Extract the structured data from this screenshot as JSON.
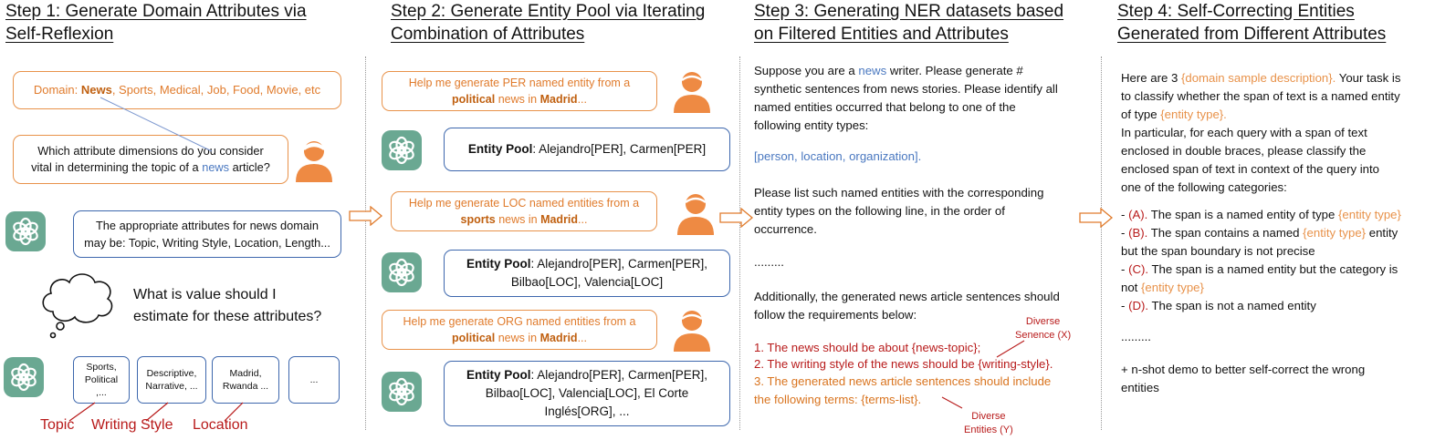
{
  "steps": {
    "s1": {
      "line1": "Step 1: Generate Domain Attributes via",
      "line2": "Self-Reflexion"
    },
    "s2": {
      "line1": "Step 2: Generate Entity Pool via Iterating",
      "line2": "Combination of Attributes"
    },
    "s3": {
      "line1": "Step 3: Generating NER datasets based",
      "line2": "on Filtered Entities and Attributes"
    },
    "s4": {
      "line1": "Step 4: Self-Correcting Entities",
      "line2": "Generated from Different Attributes"
    }
  },
  "col1": {
    "domain_prefix": "Domain: ",
    "domain_bold": "News",
    "domain_rest": ", Sports, Medical, Job, Food, Movie, etc",
    "question_line1": "Which attribute dimensions do you consider",
    "question_line2a": "vital in determining the topic of a ",
    "question_news": "news",
    "question_line2b": " article?",
    "answer_line1": "The appropriate attributes for news domain",
    "answer_line2": "may be: Topic, Writing Style, Location, Length...",
    "thought_line1": "What is value should I",
    "thought_line2": "estimate for these attributes?",
    "attr_boxes": [
      {
        "l1": "Sports,",
        "l2": "Political",
        "l3": ",..."
      },
      {
        "l1": "Descriptive,",
        "l2": "Narrative, ...",
        "l3": ""
      },
      {
        "l1": "Madrid,",
        "l2": "Rwanda ...",
        "l3": ""
      },
      {
        "l1": "...",
        "l2": "",
        "l3": ""
      }
    ],
    "labels": {
      "topic": "Topic",
      "style": "Writing Style",
      "location": "Location"
    }
  },
  "col2": {
    "q1": {
      "a": "Help me generate PER named entity from a",
      "bold1": "political",
      "b": " news in ",
      "bold2": "Madrid",
      "c": "..."
    },
    "pool1": {
      "label": "Entity Pool",
      "text": ": Alejandro[PER], Carmen[PER]"
    },
    "q2": {
      "a": "Help me generate LOC named entities from a",
      "bold1": "sports",
      "b": " news in ",
      "bold2": "Madrid",
      "c": "..."
    },
    "pool2": {
      "label": "Entity Pool",
      "text": ": Alejandro[PER], Carmen[PER],",
      "line2": "Bilbao[LOC], Valencia[LOC]"
    },
    "q3": {
      "a": "Help me generate ORG named entities from a",
      "bold1": "political",
      "b": " news in ",
      "bold2": "Madrid",
      "c": "..."
    },
    "pool3": {
      "label": "Entity Pool",
      "text": ": Alejandro[PER], Carmen[PER],",
      "line2": "Bilbao[LOC], Valencia[LOC], El Corte",
      "line3": "Inglés[ORG], ..."
    }
  },
  "col3": {
    "p1a": "Suppose you are a ",
    "p1_news": "news",
    "p1b": " writer. Please generate #",
    "p1_l2": "synthetic sentences from news stories. Please identify all",
    "p1_l3": "named entities occurred that belong to one of the",
    "p1_l4": "following entity types:",
    "types": "[person, location, organization].",
    "p2_l1": "Please list such named entities with the corresponding",
    "p2_l2": "entity types on the following line, in the order of",
    "p2_l3": "occurrence.",
    "dots": ".........",
    "p3_l1": "Additionally, the generated news article sentences should",
    "p3_l2": "follow the requirements below:",
    "req1": "1. The news should be about {news-topic};",
    "req2": "2. The writing style of the news should be {writing-style}.",
    "req3_l1": "3. The generated news article sentences should include",
    "req3_l2": "the following terms: {terms-list}.",
    "note_x_l1": "Diverse",
    "note_x_l2": "Senence (X)",
    "note_y_l1": "Diverse",
    "note_y_l2": "Entities (Y)"
  },
  "col4": {
    "l1a": "Here are 3 ",
    "l1_domain": "{domain sample description}.",
    "l1b": " Your task is",
    "l2": "to classify whether the span of text is a named entity",
    "l3a": "of type ",
    "entity_type": "{entity type}.",
    "l4": "In particular, for each query with a span of text",
    "l5": "enclosed in double braces, please classify the",
    "l6": "enclosed span of text in context of the query into",
    "l7": "one of the following categories:",
    "optA_a": "- ",
    "optA_tag": "(A).",
    "optA_b": " The span is a named entity of type ",
    "optA_type": "{entity type}",
    "optB_tag": "(B).",
    "optB_b": " The span contains a named ",
    "optB_type": "{entity type}",
    "optB_b2": " entity",
    "optB_l2": "but the span boundary is not precise",
    "optC_tag": "(C).",
    "optC_b": " The span is a named entity but the category is",
    "optC_l2a": "not ",
    "optC_type": "{entity type}",
    "optD_tag": "(D).",
    "optD_b": " The span is not a named entity",
    "dots": ".........",
    "demo_l1": "+ n-shot demo to better self-correct the wrong",
    "demo_l2": "entities"
  },
  "colors": {
    "orange": "#e8924a",
    "blue": "#3d67ad",
    "red": "#b81b1b",
    "gpt_green": "#6aa892"
  }
}
